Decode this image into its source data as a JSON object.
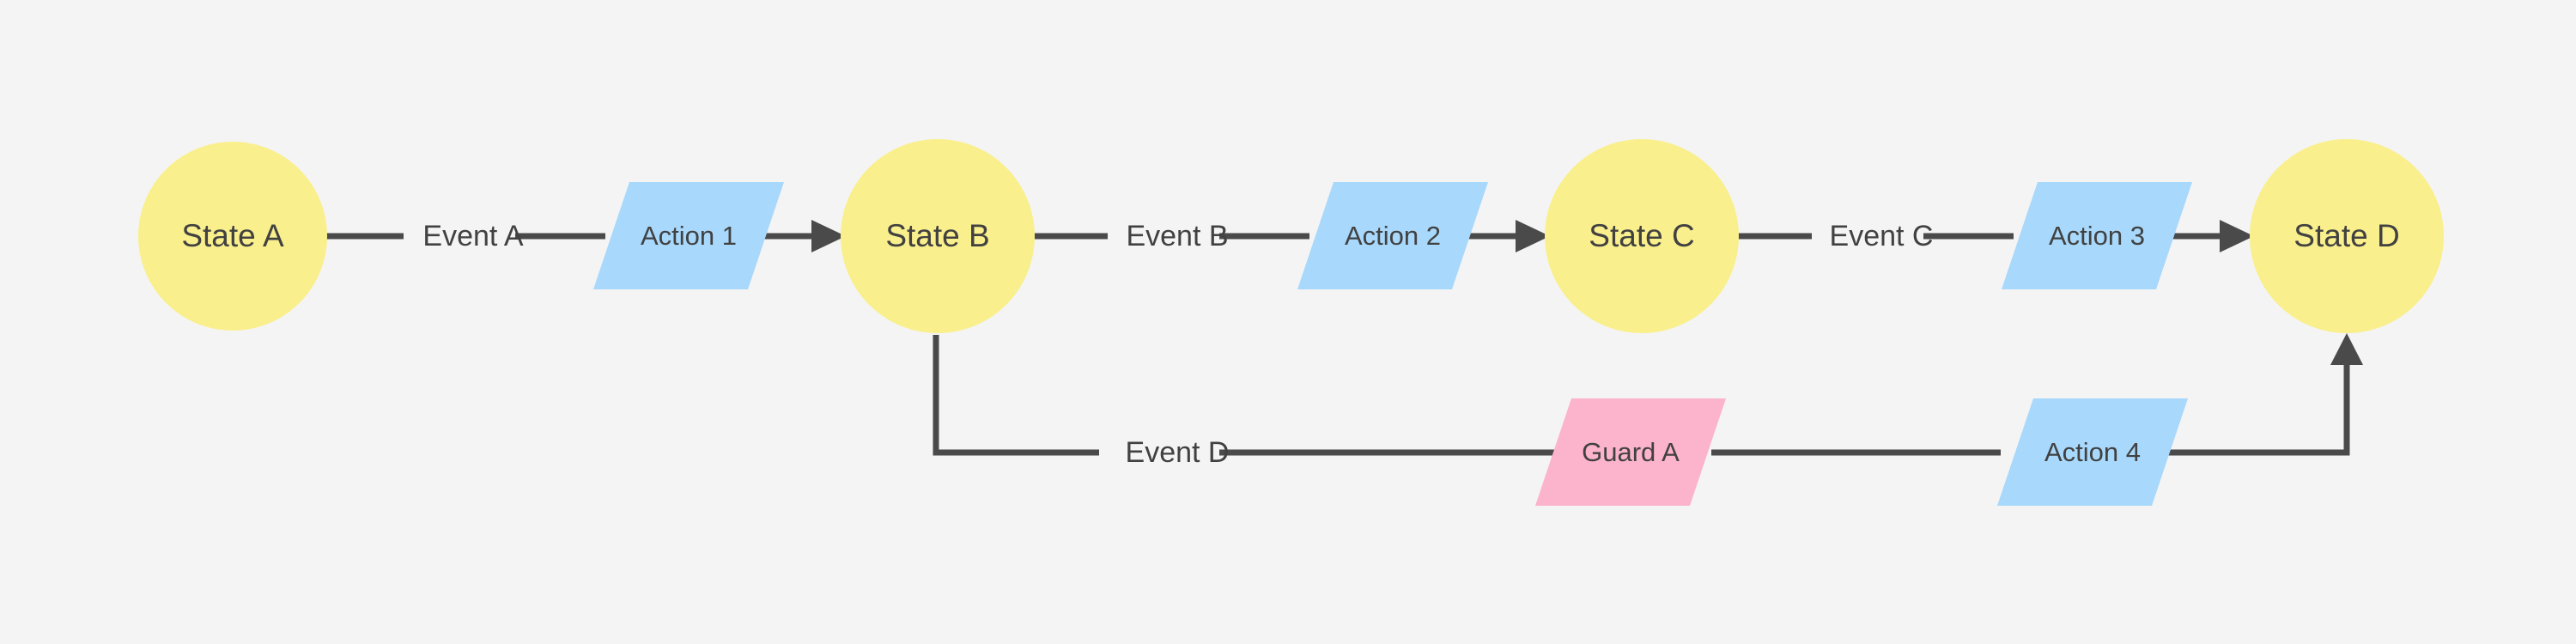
{
  "diagram": {
    "type": "state-machine-flow",
    "background_color": "#f4f4f4",
    "palette": {
      "state_fill": "#faef8d",
      "action_fill": "#a8d8fb",
      "guard_fill": "#fcb3cc",
      "line_color": "#4a4a4a",
      "text_color": "#414141"
    },
    "states": [
      {
        "id": "state-a",
        "label": "State A"
      },
      {
        "id": "state-b",
        "label": "State B"
      },
      {
        "id": "state-c",
        "label": "State C"
      },
      {
        "id": "state-d",
        "label": "State D"
      }
    ],
    "actions": [
      {
        "id": "action-1",
        "label": "Action 1"
      },
      {
        "id": "action-2",
        "label": "Action 2"
      },
      {
        "id": "action-3",
        "label": "Action 3"
      },
      {
        "id": "action-4",
        "label": "Action 4"
      }
    ],
    "guards": [
      {
        "id": "guard-a",
        "label": "Guard A"
      }
    ],
    "events": [
      {
        "id": "event-a",
        "label": "Event A"
      },
      {
        "id": "event-b",
        "label": "Event B"
      },
      {
        "id": "event-c",
        "label": "Event C"
      },
      {
        "id": "event-d",
        "label": "Event D"
      }
    ],
    "transitions": [
      {
        "from": "state-a",
        "event": "Event A",
        "action": "Action 1",
        "to": "state-b"
      },
      {
        "from": "state-b",
        "event": "Event B",
        "action": "Action 2",
        "to": "state-c"
      },
      {
        "from": "state-c",
        "event": "Event C",
        "action": "Action 3",
        "to": "state-d"
      },
      {
        "from": "state-b",
        "event": "Event D",
        "guard": "Guard A",
        "action": "Action 4",
        "to": "state-d"
      }
    ]
  }
}
